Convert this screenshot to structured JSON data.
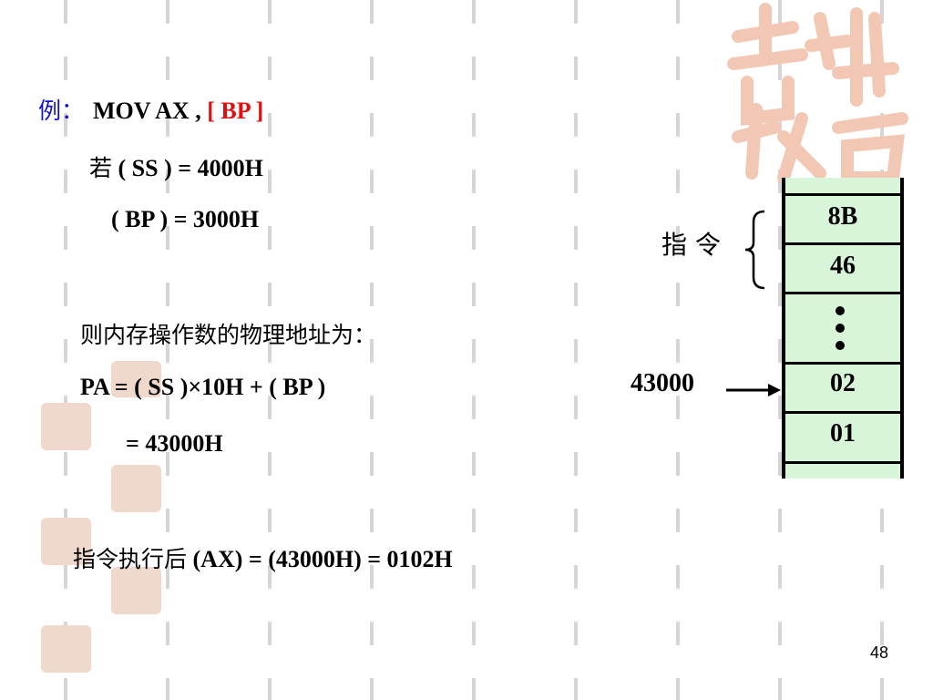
{
  "example_label": "例：",
  "instruction_prefix": "MOV  AX , ",
  "instruction_operand": "[ BP ]",
  "ss_cond_prefix": "若",
  "ss_cond": "( SS ) = 4000H",
  "bp_cond": "( BP ) = 3000H",
  "pa_heading": "则内存操作数的物理地址为：",
  "pa_formula": "PA = ( SS )×10H + ( BP )",
  "pa_result": "= 43000H",
  "after_prefix": "指令执行后",
  "after_text": "(AX) = (43000H) = 0102H",
  "instr_label": "指 令",
  "address_label": "43000",
  "cells": [
    "8B",
    "46",
    "02",
    "01"
  ],
  "page_number": "48",
  "colors": {
    "accent_blue": "#1010d0",
    "accent_red": "#e01010",
    "memory_fill": "#d9f5d9"
  }
}
